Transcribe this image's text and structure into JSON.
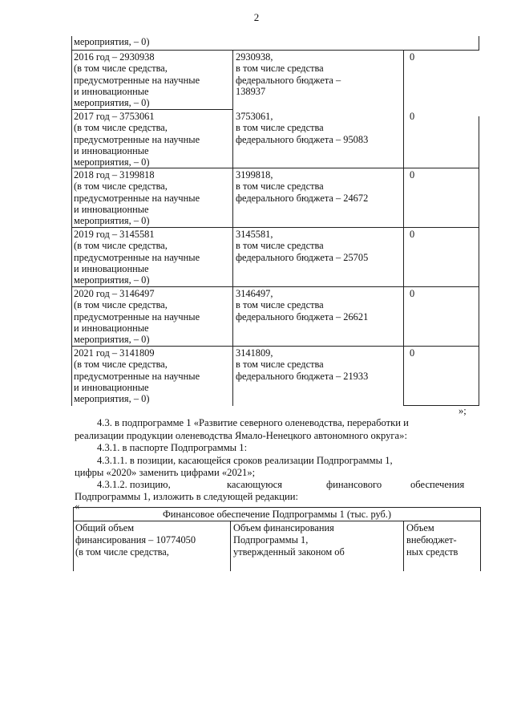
{
  "page_number": "2",
  "table1": {
    "top_fragment": "мероприятия, – 0)",
    "rows": [
      {
        "total": "2016 год – 2930938\n(в том числе средства,\nпредусмотренные на научные\nи инновационные\nмероприятия, – 0)",
        "budget": "2930938,\nв том числе средства\nфедерального бюджета –\n138937",
        "extra": "0"
      },
      {
        "total": "2017 год – 3753061\n(в том числе средства,\nпредусмотренные на научные\nи инновационные\nмероприятия, – 0)",
        "budget": "3753061,\nв том числе средства\nфедерального бюджета – 95083",
        "extra": "0"
      },
      {
        "total": "2018 год – 3199818\n(в том числе средства,\nпредусмотренные на научные\nи инновационные\nмероприятия, – 0)",
        "budget": "3199818,\nв том числе средства\nфедерального бюджета – 24672",
        "extra": "0"
      },
      {
        "total": "2019 год – 3145581\n(в том числе средства,\nпредусмотренные на научные\nи инновационные\nмероприятия, – 0)",
        "budget": "3145581,\nв том числе средства\nфедерального бюджета – 25705",
        "extra": "0"
      },
      {
        "total": "2020 год – 3146497\n(в том числе средства,\nпредусмотренные на научные\nи инновационные\nмероприятия, – 0)",
        "budget": "3146497,\nв том числе средства\nфедерального бюджета – 26621",
        "extra": "0"
      },
      {
        "total": "2021 год – 3141809\n(в том числе средства,\nпредусмотренные на научные\nи инновационные\nмероприятия, – 0)",
        "budget": "3141809,\nв том числе средства\nфедерального бюджета – 21933",
        "extra": "0"
      }
    ],
    "closing_mark": "»;"
  },
  "paragraphs": {
    "p1_line1": "4.3. в подпрограмме 1 «Развитие северного оленеводства, переработки и",
    "p1_line2": "реализации продукции оленеводства Ямало-Ненецкого автономного округа»:",
    "p2": "4.3.1. в паспорте Подпрограммы 1:",
    "p3_line1": "4.3.1.1. в позиции, касающейся сроков реализации Подпрограммы 1,",
    "p3_line2": "цифры «2020» заменить цифрами «2021»;",
    "p4_w1": "4.3.1.2. позицию,",
    "p4_w2": "касающуюся",
    "p4_w3": "финансового",
    "p4_w4": "обеспечения",
    "p4_line2": "Подпрограммы 1, изложить в следующей редакции:",
    "open_quote": "«"
  },
  "table2": {
    "header": "Финансовое обеспечение Подпрограммы 1 (тыс. руб.)",
    "col1": "Общий объем\nфинансирования – 10774050\n(в том числе средства,",
    "col2": "Объем финансирования\nПодпрограммы 1,\nутвержденный законом об",
    "col3": "Объем\nвнебюджет-\nных средств"
  }
}
